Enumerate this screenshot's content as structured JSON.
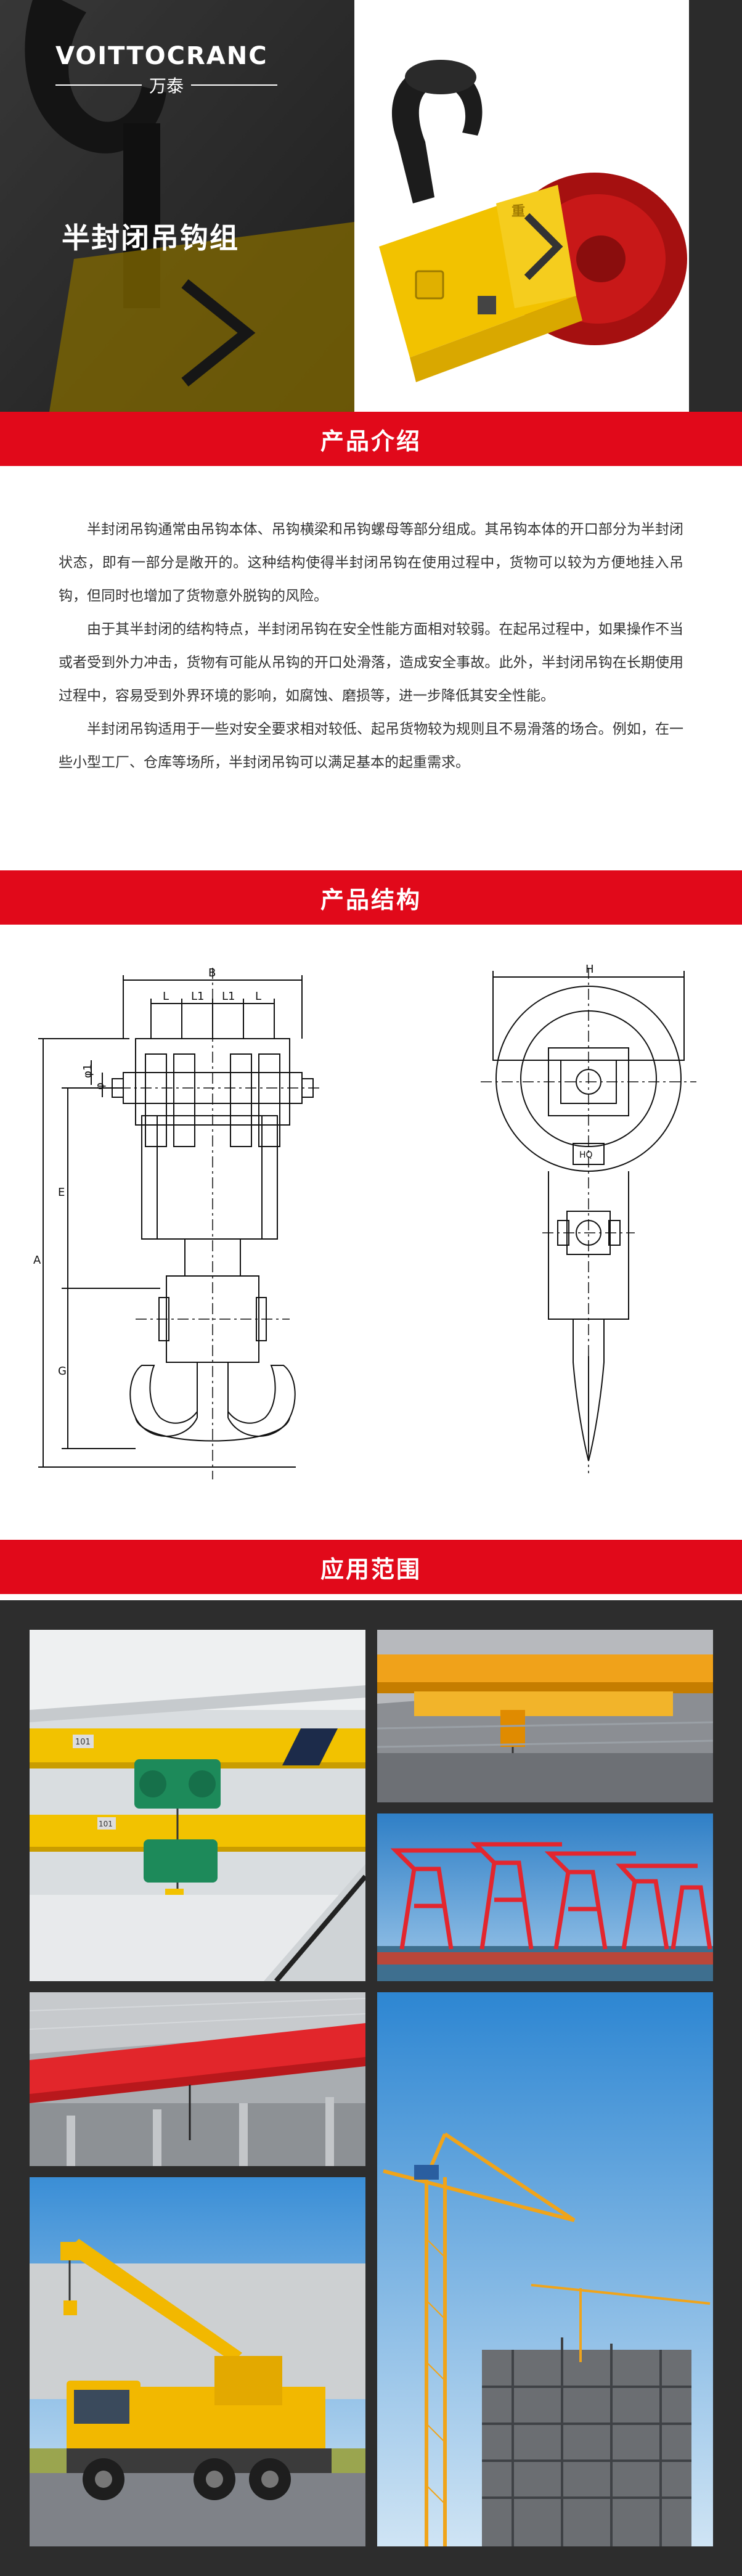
{
  "hero": {
    "logo_text": "VOITTOCRANC",
    "logo_sub": "万泰",
    "title": "半封闭吊钩组"
  },
  "sections": {
    "intro_title": "产品介绍",
    "structure_title": "产品结构",
    "application_title": "应用范围"
  },
  "intro": {
    "paragraphs": [
      "半封闭吊钩通常由吊钩本体、吊钩横梁和吊钩螺母等部分组成。其吊钩本体的开口部分为半封闭状态，即有一部分是敞开的。这种结构使得半封闭吊钩在使用过程中，货物可以较为方便地挂入吊钩，但同时也增加了货物意外脱钩的风险。",
      "由于其半封闭的结构特点，半封闭吊钩在安全性能方面相对较弱。在起吊过程中，如果操作不当或者受到外力冲击，货物有可能从吊钩的开口处滑落，造成安全事故。此外，半封闭吊钩在长期使用过程中，容易受到外界环境的影响，如腐蚀、磨损等，进一步降低其安全性能。",
      "半封闭吊钩适用于一些对安全要求相对较低、起吊货物较为规则且不易滑落的场合。例如，在一些小型工厂、仓库等场所，半封闭吊钩可以满足基本的起重需求。"
    ]
  },
  "diagram": {
    "labels": {
      "B": "B",
      "L": "L",
      "L1": "L1",
      "L2": "L1",
      "L3": "L",
      "phi1": "φ1",
      "phi": "φ",
      "A": "A",
      "E": "E",
      "G": "G",
      "H": "H",
      "plate": "HQ"
    }
  },
  "photos": {
    "badge_101": "101",
    "badge_101b": "101"
  },
  "colors": {
    "brand_red": "#e1091a",
    "dark_bg": "#2d2d2d",
    "hook_yellow": "#f2c200"
  }
}
